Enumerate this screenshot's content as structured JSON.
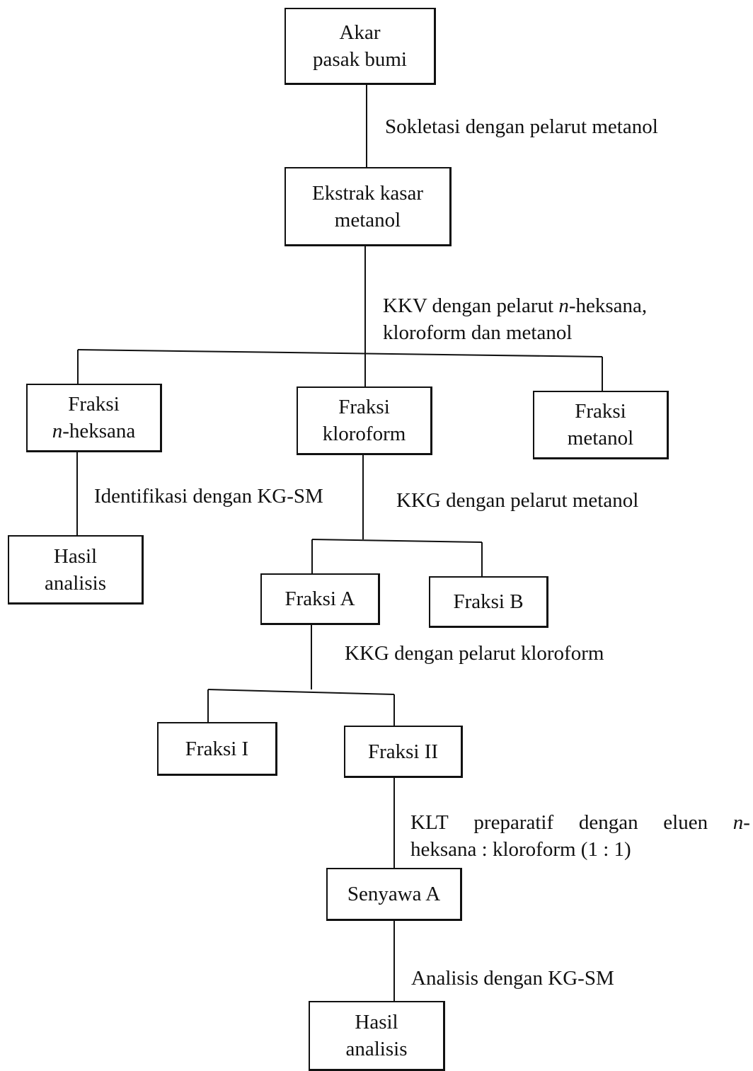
{
  "nodes": {
    "akar": {
      "line1": "Akar",
      "line2": "pasak bumi"
    },
    "ekstrak": {
      "line1": "Ekstrak kasar",
      "line2": "metanol"
    },
    "fraksi_heksana": {
      "line1": "Fraksi",
      "line2_italic": "n",
      "line2_rest": "-heksana"
    },
    "fraksi_kloroform": {
      "line1": "Fraksi",
      "line2": "kloroform"
    },
    "fraksi_metanol": {
      "line1": "Fraksi",
      "line2": "metanol"
    },
    "hasil_1": {
      "line1": "Hasil",
      "line2": "analisis"
    },
    "fraksi_a": {
      "label": "Fraksi A"
    },
    "fraksi_b": {
      "label": "Fraksi B"
    },
    "fraksi_i": {
      "label": "Fraksi I"
    },
    "fraksi_ii": {
      "label": "Fraksi II"
    },
    "senyawa_a": {
      "label": "Senyawa A"
    },
    "hasil_2": {
      "line1": "Hasil",
      "line2": "analisis"
    }
  },
  "steps": {
    "sokletasi": "Sokletasi dengan pelarut metanol",
    "kkv": {
      "line1_a": "KKV dengan pelarut ",
      "line1_italic": "n",
      "line1_b": "-heksana,",
      "line2": "kloroform dan metanol"
    },
    "identifikasi": "Identifikasi dengan KG-SM",
    "kkg_metanol": "KKG dengan pelarut metanol",
    "kkg_kloroform": "KKG dengan pelarut kloroform",
    "klt": {
      "w1": "KLT",
      "w2": "preparatif",
      "w3": "dengan",
      "w4": "eluen",
      "w5_italic": "n",
      "w5_rest": "-",
      "line2": "heksana : kloroform (1 : 1)"
    },
    "analisis": "Analisis dengan KG-SM"
  }
}
